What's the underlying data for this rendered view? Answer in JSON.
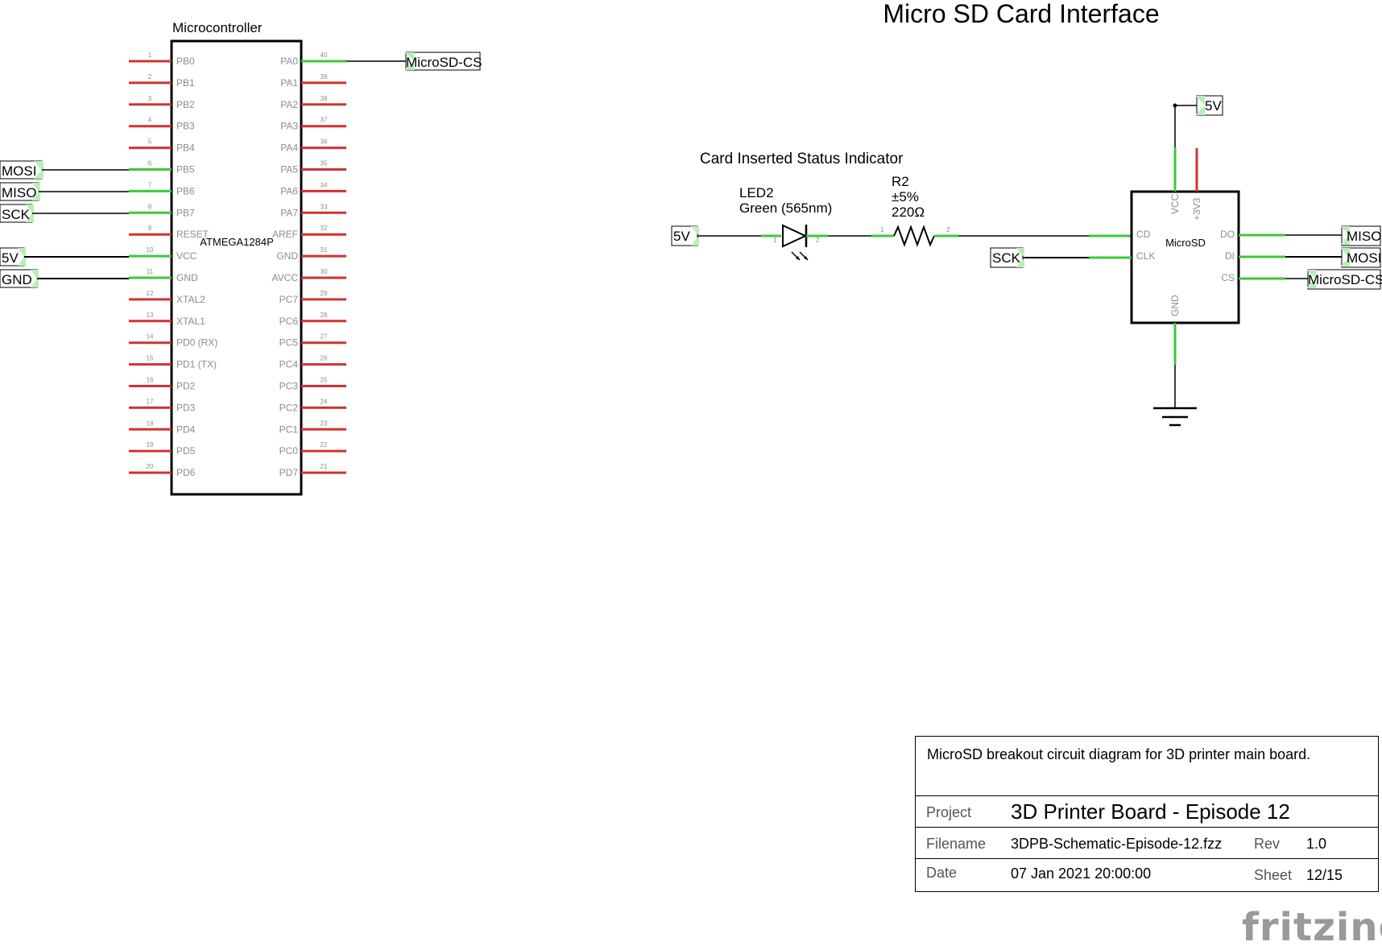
{
  "sheet_title": "Micro SD Card Interface",
  "mcu": {
    "title": "Microcontroller",
    "part": "ATMEGA1284P",
    "left_pins": [
      {
        "num": "1",
        "name": "PB0",
        "connected": false
      },
      {
        "num": "2",
        "name": "PB1",
        "connected": false
      },
      {
        "num": "3",
        "name": "PB2",
        "connected": false
      },
      {
        "num": "4",
        "name": "PB3",
        "connected": false
      },
      {
        "num": "5",
        "name": "PB4",
        "connected": false
      },
      {
        "num": "6",
        "name": "PB5",
        "connected": true,
        "net": "MOSI"
      },
      {
        "num": "7",
        "name": "PB6",
        "connected": true,
        "net": "MISO"
      },
      {
        "num": "8",
        "name": "PB7",
        "connected": true,
        "net": "SCK"
      },
      {
        "num": "9",
        "name": "RESET",
        "connected": false
      },
      {
        "num": "10",
        "name": "VCC",
        "connected": true,
        "net": "5V"
      },
      {
        "num": "11",
        "name": "GND",
        "connected": true,
        "net": "GND"
      },
      {
        "num": "12",
        "name": "XTAL2",
        "connected": false
      },
      {
        "num": "13",
        "name": "XTAL1",
        "connected": false
      },
      {
        "num": "14",
        "name": "PD0 (RX)",
        "connected": false
      },
      {
        "num": "15",
        "name": "PD1 (TX)",
        "connected": false
      },
      {
        "num": "16",
        "name": "PD2",
        "connected": false
      },
      {
        "num": "17",
        "name": "PD3",
        "connected": false
      },
      {
        "num": "18",
        "name": "PD4",
        "connected": false
      },
      {
        "num": "19",
        "name": "PD5",
        "connected": false
      },
      {
        "num": "20",
        "name": "PD6",
        "connected": false
      }
    ],
    "right_pins": [
      {
        "num": "40",
        "name": "PA0",
        "connected": true,
        "net": "MicroSD-CS"
      },
      {
        "num": "39",
        "name": "PA1",
        "connected": false
      },
      {
        "num": "38",
        "name": "PA2",
        "connected": false
      },
      {
        "num": "37",
        "name": "PA3",
        "connected": false
      },
      {
        "num": "36",
        "name": "PA4",
        "connected": false
      },
      {
        "num": "35",
        "name": "PA5",
        "connected": false
      },
      {
        "num": "34",
        "name": "PA6",
        "connected": false
      },
      {
        "num": "33",
        "name": "PA7",
        "connected": false
      },
      {
        "num": "32",
        "name": "AREF",
        "connected": false
      },
      {
        "num": "31",
        "name": "GND",
        "connected": false
      },
      {
        "num": "30",
        "name": "AVCC",
        "connected": false
      },
      {
        "num": "29",
        "name": "PC7",
        "connected": false
      },
      {
        "num": "28",
        "name": "PC6",
        "connected": false
      },
      {
        "num": "27",
        "name": "PC5",
        "connected": false
      },
      {
        "num": "26",
        "name": "PC4",
        "connected": false
      },
      {
        "num": "25",
        "name": "PC3",
        "connected": false
      },
      {
        "num": "24",
        "name": "PC2",
        "connected": false
      },
      {
        "num": "23",
        "name": "PC1",
        "connected": false
      },
      {
        "num": "22",
        "name": "PC0",
        "connected": false
      },
      {
        "num": "21",
        "name": "PD7",
        "connected": false
      }
    ]
  },
  "indicator": {
    "heading": "Card Inserted Status Indicator",
    "led_name": "LED2",
    "led_color": "Green (565nm)",
    "led_pin1": "1",
    "led_pin2": "2",
    "res_name": "R2",
    "res_tol": "±5%",
    "res_value": "220Ω",
    "res_pin1": "1",
    "res_pin2": "2",
    "supply_label": "5V"
  },
  "microsd": {
    "part": "MicroSD",
    "pins": {
      "cd": "CD",
      "clk": "CLK",
      "do": "DO",
      "di": "DI",
      "cs": "CS",
      "vcc": "VCC",
      "v33": "+3V3",
      "gnd": "GND"
    },
    "supply_label": "5V",
    "sck_label": "SCK",
    "miso_label": "MISO",
    "mosi_label": "MOSI",
    "cs_label": "MicroSD-CS"
  },
  "title_block": {
    "description": "MicroSD breakout circuit diagram for 3D printer main board.",
    "project_label": "Project",
    "project": "3D Printer Board - Episode 12",
    "filename_label": "Filename",
    "filename": "3DPB-Schematic-Episode-12.fzz",
    "rev_label": "Rev",
    "rev": "1.0",
    "date_label": "Date",
    "date": "07 Jan 2021 20:00:00",
    "sheet_label": "Sheet",
    "sheet": "12/15"
  },
  "logo": "fritzing",
  "colors": {
    "wire": "#000000",
    "connected_pin": "#3cc83c",
    "unconnected_pin": "#d23232",
    "label_bg": "#b6f0b6",
    "pin_text": "#8c8c8c"
  }
}
